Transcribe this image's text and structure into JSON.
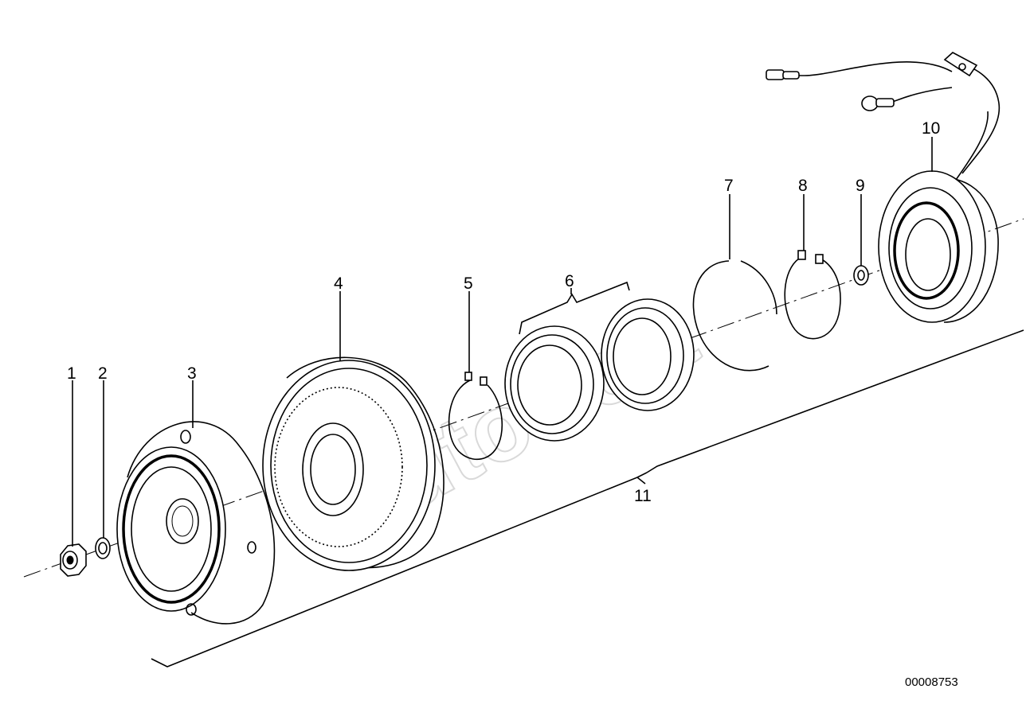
{
  "diagram": {
    "drawing_number": "00008753",
    "watermark": "AutoSoft",
    "callouts": [
      {
        "id": "c1",
        "label": "1"
      },
      {
        "id": "c2",
        "label": "2"
      },
      {
        "id": "c3",
        "label": "3"
      },
      {
        "id": "c4",
        "label": "4"
      },
      {
        "id": "c5",
        "label": "5"
      },
      {
        "id": "c6",
        "label": "6"
      },
      {
        "id": "c7",
        "label": "7"
      },
      {
        "id": "c8",
        "label": "8"
      },
      {
        "id": "c9",
        "label": "9"
      },
      {
        "id": "c10",
        "label": "10"
      },
      {
        "id": "c11",
        "label": "11"
      }
    ]
  }
}
